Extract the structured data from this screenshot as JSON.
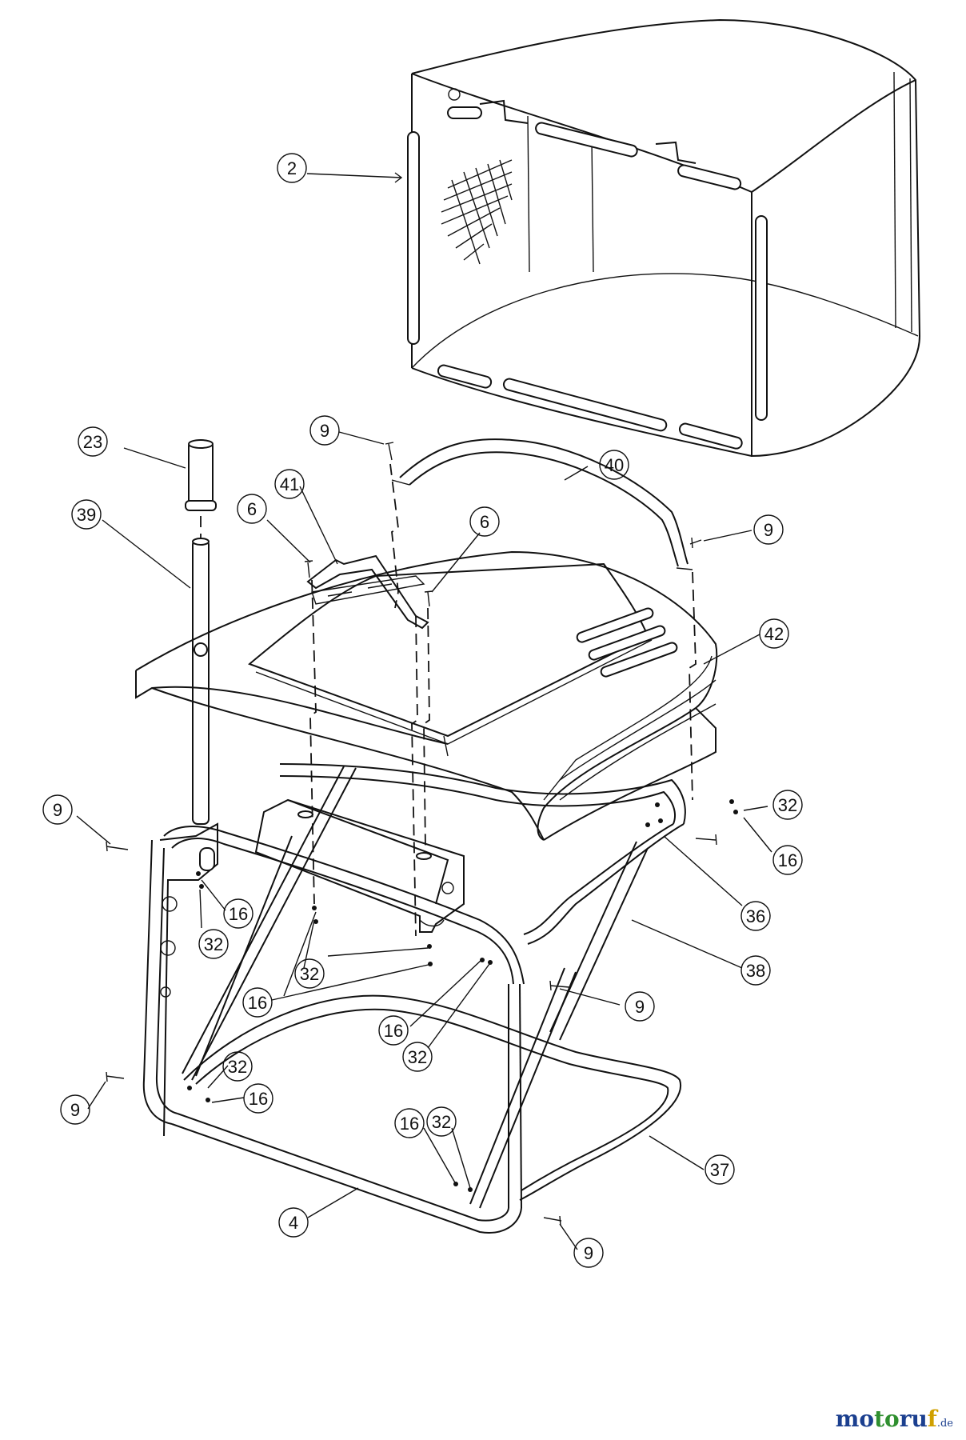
{
  "labels": {
    "p2": "2",
    "p23": "23",
    "p39": "39",
    "p9a": "9",
    "p40": "40",
    "p41": "41",
    "p6a": "6",
    "p6b": "6",
    "p9b": "9",
    "p42": "42",
    "p9c": "9",
    "p32a": "32",
    "p16a": "16",
    "p16b": "16",
    "p32b": "32",
    "p36": "36",
    "p32c": "32",
    "p38": "38",
    "p16c": "16",
    "p9d": "9",
    "p16d": "16",
    "p32d": "32",
    "p32e": "32",
    "p9e": "9",
    "p16e": "16",
    "p16f": "16",
    "p32f": "32",
    "p37": "37",
    "p4": "4",
    "p9f": "9"
  },
  "watermark": {
    "brand_1": "mo",
    "brand_2": "to",
    "brand_3": "ru",
    "brand_4": "f",
    "tld": ".de"
  }
}
